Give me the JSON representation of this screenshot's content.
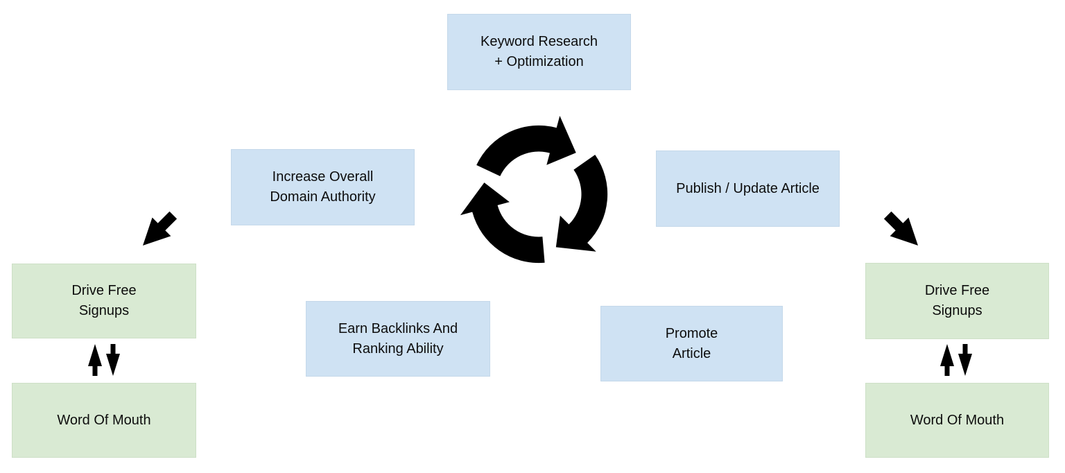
{
  "colors": {
    "background": "#ffffff",
    "process_fill": "#cfe2f3",
    "outcome_fill": "#d9ead3",
    "arrow": "#000000",
    "text": "#0d0d0d"
  },
  "cycle": {
    "keyword_research": "Keyword Research\n+ Optimization",
    "publish_update": "Publish / Update Article",
    "promote": "Promote\nArticle",
    "earn_backlinks": "Earn Backlinks And\nRanking Ability",
    "domain_authority": "Increase Overall\nDomain Authority"
  },
  "left_outcomes": {
    "signups": "Drive Free\nSignups",
    "word_of_mouth": "Word Of Mouth"
  },
  "right_outcomes": {
    "signups": "Drive Free\nSignups",
    "word_of_mouth": "Word Of Mouth"
  },
  "icons": {
    "center": "cycle-arrows-icon",
    "left_inflow": "arrow-down-left-icon",
    "right_inflow": "arrow-down-right-icon",
    "exchange_up": "arrow-up-icon",
    "exchange_down": "arrow-down-icon"
  }
}
